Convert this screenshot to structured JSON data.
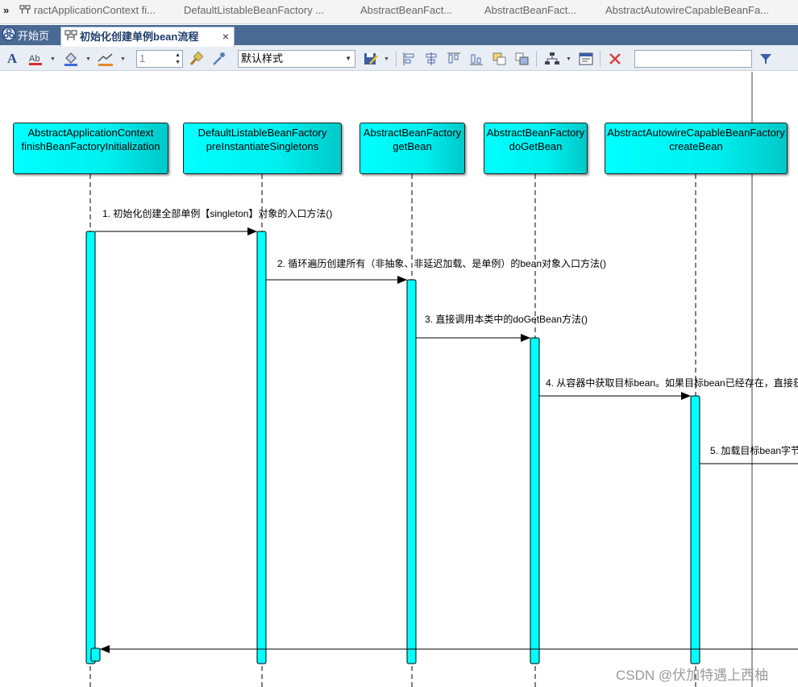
{
  "doc_tabs": {
    "overflow": "»",
    "items": [
      "ractApplicationContext fi...",
      "DefaultListableBeanFactory ...",
      "AbstractBeanFact...",
      "AbstractBeanFact...",
      "AbstractAutowireCapableBeanFa..."
    ]
  },
  "view_tabs": {
    "start": "开始页",
    "active": "初始化创建单例bean流程",
    "close": "×"
  },
  "toolbar": {
    "line_width": "1",
    "style": "默认样式",
    "search_value": ""
  },
  "diagram": {
    "lifelines": [
      {
        "class": "AbstractApplicationContext",
        "method": "finishBeanFactoryInitialization"
      },
      {
        "class": "DefaultListableBeanFactory",
        "method": "preInstantiateSingletons"
      },
      {
        "class": "AbstractBeanFactory",
        "method": "getBean"
      },
      {
        "class": "AbstractBeanFactory",
        "method": "doGetBean"
      },
      {
        "class": "AbstractAutowireCapableBeanFactory",
        "method": "createBean"
      }
    ],
    "messages": [
      "1. 初始化创建全部单例【singleton】对象的入口方法()",
      "2. 循环遍历创建所有（非抽象、非延迟加载、是单例）的bean对象入口方法()",
      "3. 直接调用本类中的doGetBean方法()",
      "4. 从容器中获取目标bean。如果目标bean已经存在，直接获",
      "5. 加载目标bean字节"
    ]
  },
  "watermark": "CSDN @伏加特遇上西柚",
  "colors": {
    "lifeline_fill": "#00ffff",
    "tab_bar": "#4a6a94",
    "toolbar_bg": "#e9eef5"
  }
}
